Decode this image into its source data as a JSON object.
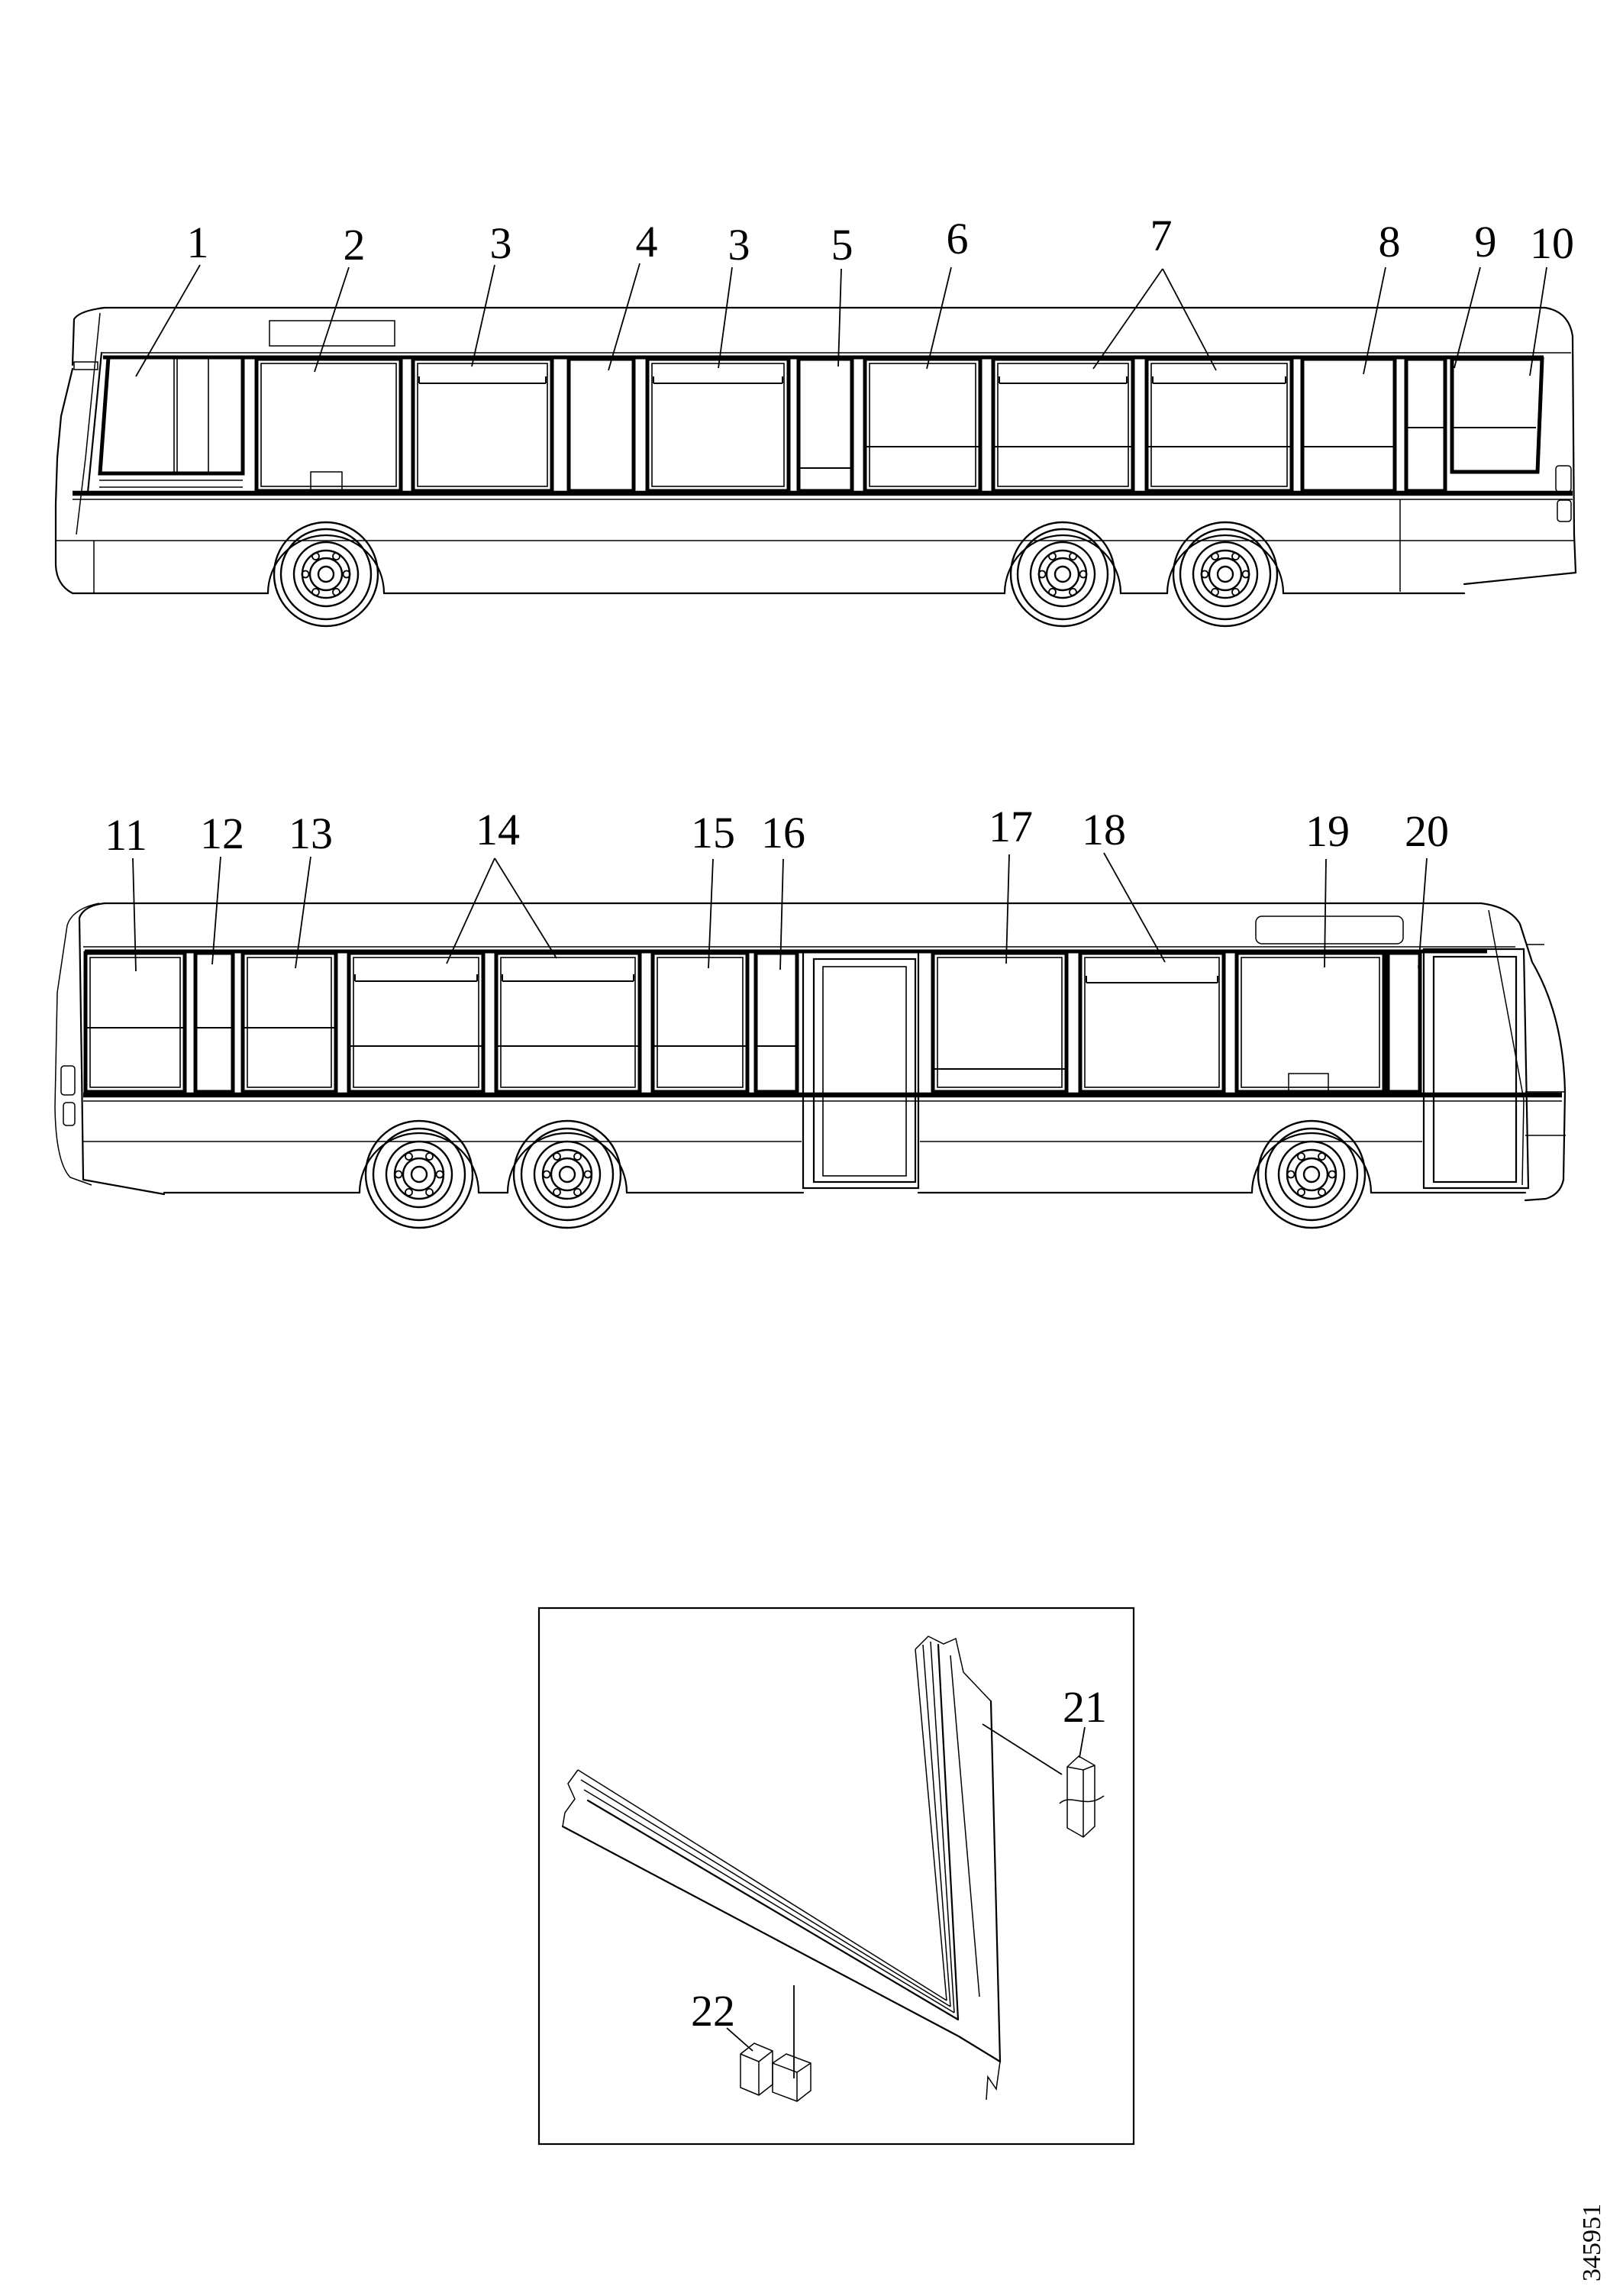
{
  "figure_number": "345951",
  "callouts_top": [
    {
      "label": "1"
    },
    {
      "label": "2"
    },
    {
      "label": "3"
    },
    {
      "label": "4"
    },
    {
      "label": "3"
    },
    {
      "label": "5"
    },
    {
      "label": "6"
    },
    {
      "label": "7"
    },
    {
      "label": "8"
    },
    {
      "label": "9"
    },
    {
      "label": "10"
    }
  ],
  "callouts_bottom": [
    {
      "label": "11"
    },
    {
      "label": "12"
    },
    {
      "label": "13"
    },
    {
      "label": "14"
    },
    {
      "label": "15"
    },
    {
      "label": "16"
    },
    {
      "label": "17"
    },
    {
      "label": "18"
    },
    {
      "label": "19"
    },
    {
      "label": "20"
    }
  ],
  "callouts_inset": [
    {
      "label": "21"
    },
    {
      "label": "22"
    }
  ]
}
